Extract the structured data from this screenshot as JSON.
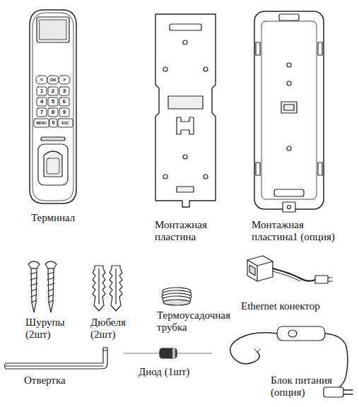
{
  "diagram": {
    "labels": [
      "<",
      "OK",
      ">",
      "1",
      "2",
      "3",
      "4",
      "5",
      "6",
      "7",
      "8",
      "9",
      "MENU",
      "0",
      "ESC",
      "Терминал",
      "Монтажная пластина",
      "Монтажная пластина1 (опция)",
      "Шурупы (2шт)",
      "Дюбеля (2шт)",
      "Термоусадочная трубка",
      "Ethernet конектор",
      "Отвертка",
      "Диод (1шт)",
      "Блок питания (опция)"
    ]
  }
}
